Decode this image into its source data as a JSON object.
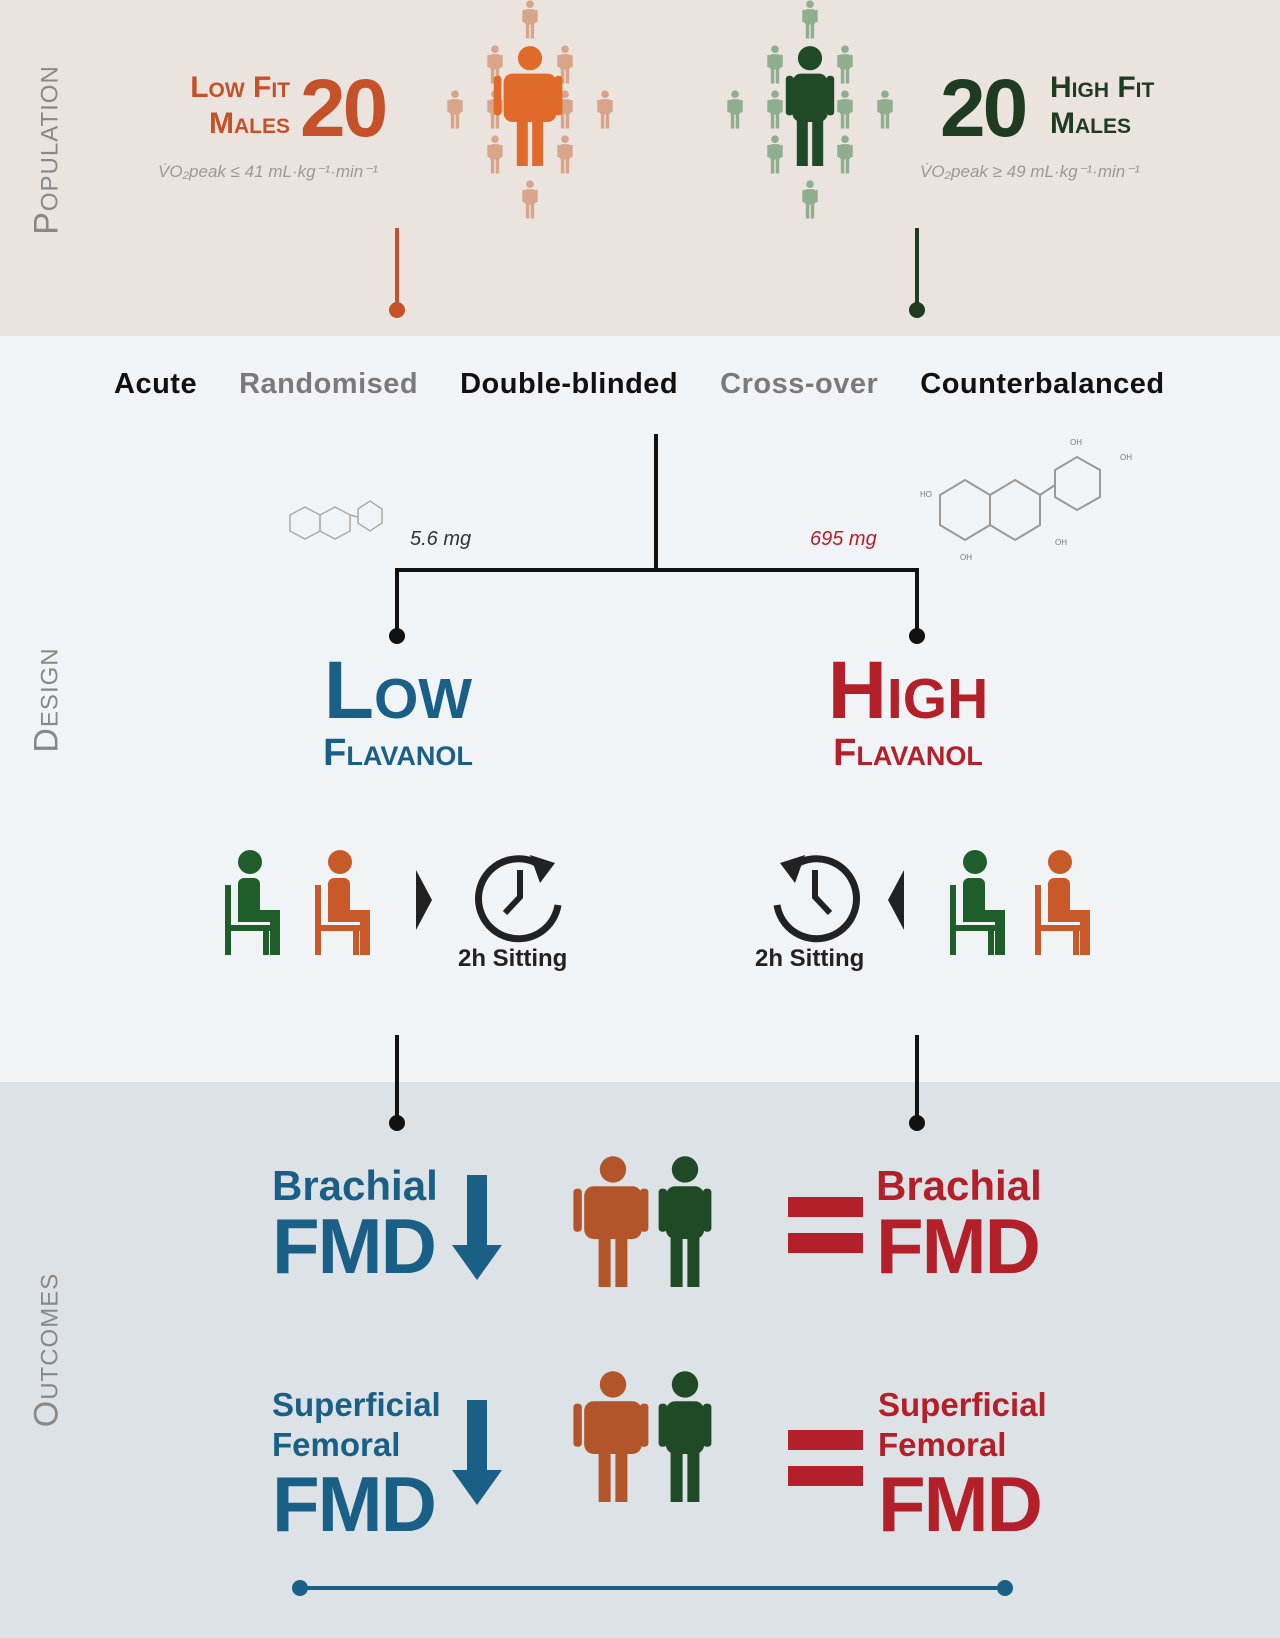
{
  "sections": {
    "population": "Population",
    "design": "Design",
    "outcomes": "Outcomes"
  },
  "population": {
    "low": {
      "label_line1": "Low Fit",
      "label_line2": "Males",
      "count": "20",
      "criterion": "V̇O₂peak ≤ 41 mL·kg⁻¹·min⁻¹",
      "color": "#c4512a"
    },
    "high": {
      "label_line1": "High Fit",
      "label_line2": "Males",
      "count": "20",
      "criterion": "V̇O₂peak ≥ 49 mL·kg⁻¹·min⁻¹",
      "color": "#1f3b22"
    }
  },
  "design": {
    "attributes": [
      {
        "text": "Acute",
        "color": "#111"
      },
      {
        "text": "Randomised",
        "color": "#7a7a7a"
      },
      {
        "text": "Double-blinded",
        "color": "#111"
      },
      {
        "text": "Cross-over",
        "color": "#7a7a7a"
      },
      {
        "text": "Counterbalanced",
        "color": "#111"
      }
    ],
    "low_dose": "5.6 mg",
    "high_dose": "695 mg",
    "low": {
      "title": "Low",
      "subtitle": "Flavanol",
      "color": "#1a5f86"
    },
    "high": {
      "title": "High",
      "subtitle": "Flavanol",
      "color": "#b3202a"
    },
    "sitting_left": "2h Sitting",
    "sitting_right": "2h Sitting"
  },
  "outcomes": {
    "brachial_low": {
      "line1": "Brachial",
      "line2": "FMD"
    },
    "brachial_high": {
      "line1": "Brachial",
      "line2": "FMD"
    },
    "femoral_low": {
      "line1": "Superficial",
      "line2": "Femoral",
      "line3": "FMD"
    },
    "femoral_high": {
      "line1": "Superficial",
      "line2": "Femoral",
      "line3": "FMD"
    }
  }
}
